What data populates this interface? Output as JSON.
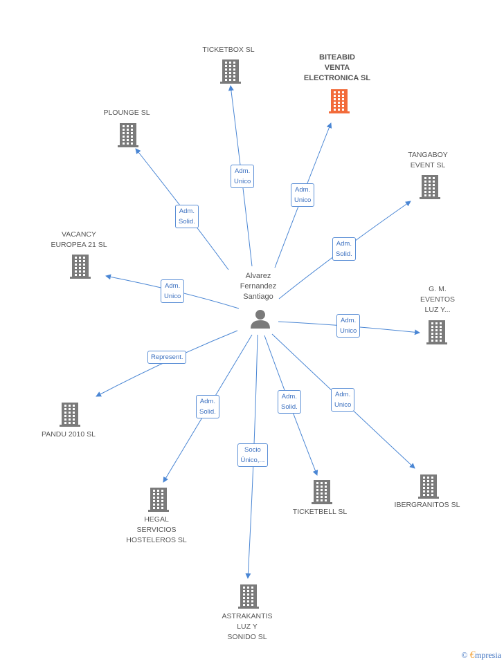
{
  "center": {
    "name": "Alvarez\nFernandez\nSantiago"
  },
  "colors": {
    "edge": "#4a86d4",
    "building": "#7a7a7a",
    "building_highlight": "#f26b3a"
  },
  "companies": [
    {
      "id": "ticketbox",
      "label": "TICKETBOX SL"
    },
    {
      "id": "biteabid",
      "label": "BITEABID\nVENTA\nELECTRONICA SL",
      "highlight": true
    },
    {
      "id": "plounge",
      "label": "PLOUNGE SL"
    },
    {
      "id": "tangaboy",
      "label": "TANGABOY\nEVENT  SL"
    },
    {
      "id": "vacancy",
      "label": "VACANCY\nEUROPEA 21 SL"
    },
    {
      "id": "gm",
      "label": "G.  M.\nEVENTOS\nLUZ Y..."
    },
    {
      "id": "pandu",
      "label": "PANDU 2010 SL"
    },
    {
      "id": "hegal",
      "label": "HEGAL\nSERVICIOS\nHOSTELEROS SL"
    },
    {
      "id": "astrakantis",
      "label": "ASTRAKANTIS\nLUZ Y\nSONIDO SL"
    },
    {
      "id": "ticketbell",
      "label": "TICKETBELL  SL"
    },
    {
      "id": "ibergranitos",
      "label": "IBERGRANITOS SL"
    }
  ],
  "relations": [
    {
      "to": "ticketbox",
      "label": "Adm.\nUnico"
    },
    {
      "to": "biteabid",
      "label": "Adm.\nUnico"
    },
    {
      "to": "plounge",
      "label": "Adm.\nSolid."
    },
    {
      "to": "tangaboy",
      "label": "Adm.\nSolid."
    },
    {
      "to": "vacancy",
      "label": "Adm.\nUnico"
    },
    {
      "to": "gm",
      "label": "Adm.\nUnico"
    },
    {
      "to": "pandu",
      "label": "Represent."
    },
    {
      "to": "hegal",
      "label": "Adm.\nSolid."
    },
    {
      "to": "astrakantis",
      "label": "Socio\nÚnico,..."
    },
    {
      "to": "ticketbell",
      "label": "Adm.\nSolid."
    },
    {
      "to": "ibergranitos",
      "label": "Adm.\nUnico"
    }
  ],
  "footer": {
    "copyright": "©",
    "brand_first": "€",
    "brand_rest": "mpresia"
  }
}
